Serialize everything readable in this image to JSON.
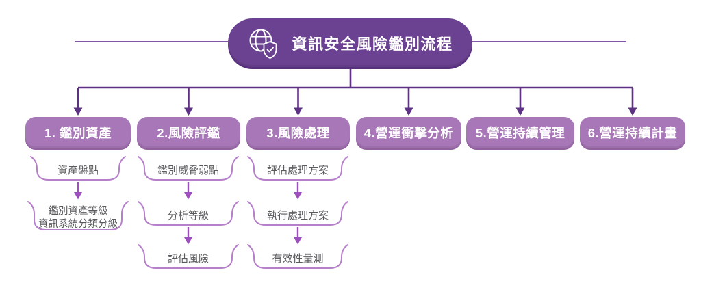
{
  "root": {
    "title": "資訊安全風險鑑別流程",
    "icon": "globe-shield-check-icon"
  },
  "colors": {
    "root_node": "#6b4291",
    "stage_header": "#a877b7",
    "tree_connector": "#5d3184",
    "side_rule": "#7e57a8",
    "step_outline": "#b67fca",
    "step_arrow": "#9c50bd",
    "step_text": "#595a5c",
    "node_text": "#ffffff",
    "background": "#ffffff"
  },
  "columns": [
    {
      "header": "1. 鑑別資產",
      "steps": [
        "資產盤點",
        "鑑別資產等級\n資訊系統分類分級"
      ]
    },
    {
      "header": "2.風險評鑑",
      "steps": [
        "鑑別威脅弱點",
        "分析等級",
        "評估風險"
      ]
    },
    {
      "header": "3.風險處理",
      "steps": [
        "評估處理方案",
        "執行處理方案",
        "有效性量測"
      ]
    },
    {
      "header": "4.營運衝擊分析",
      "steps": []
    },
    {
      "header": "5.營運持續管理",
      "steps": []
    },
    {
      "header": "6.營運持續計畫",
      "steps": []
    }
  ]
}
